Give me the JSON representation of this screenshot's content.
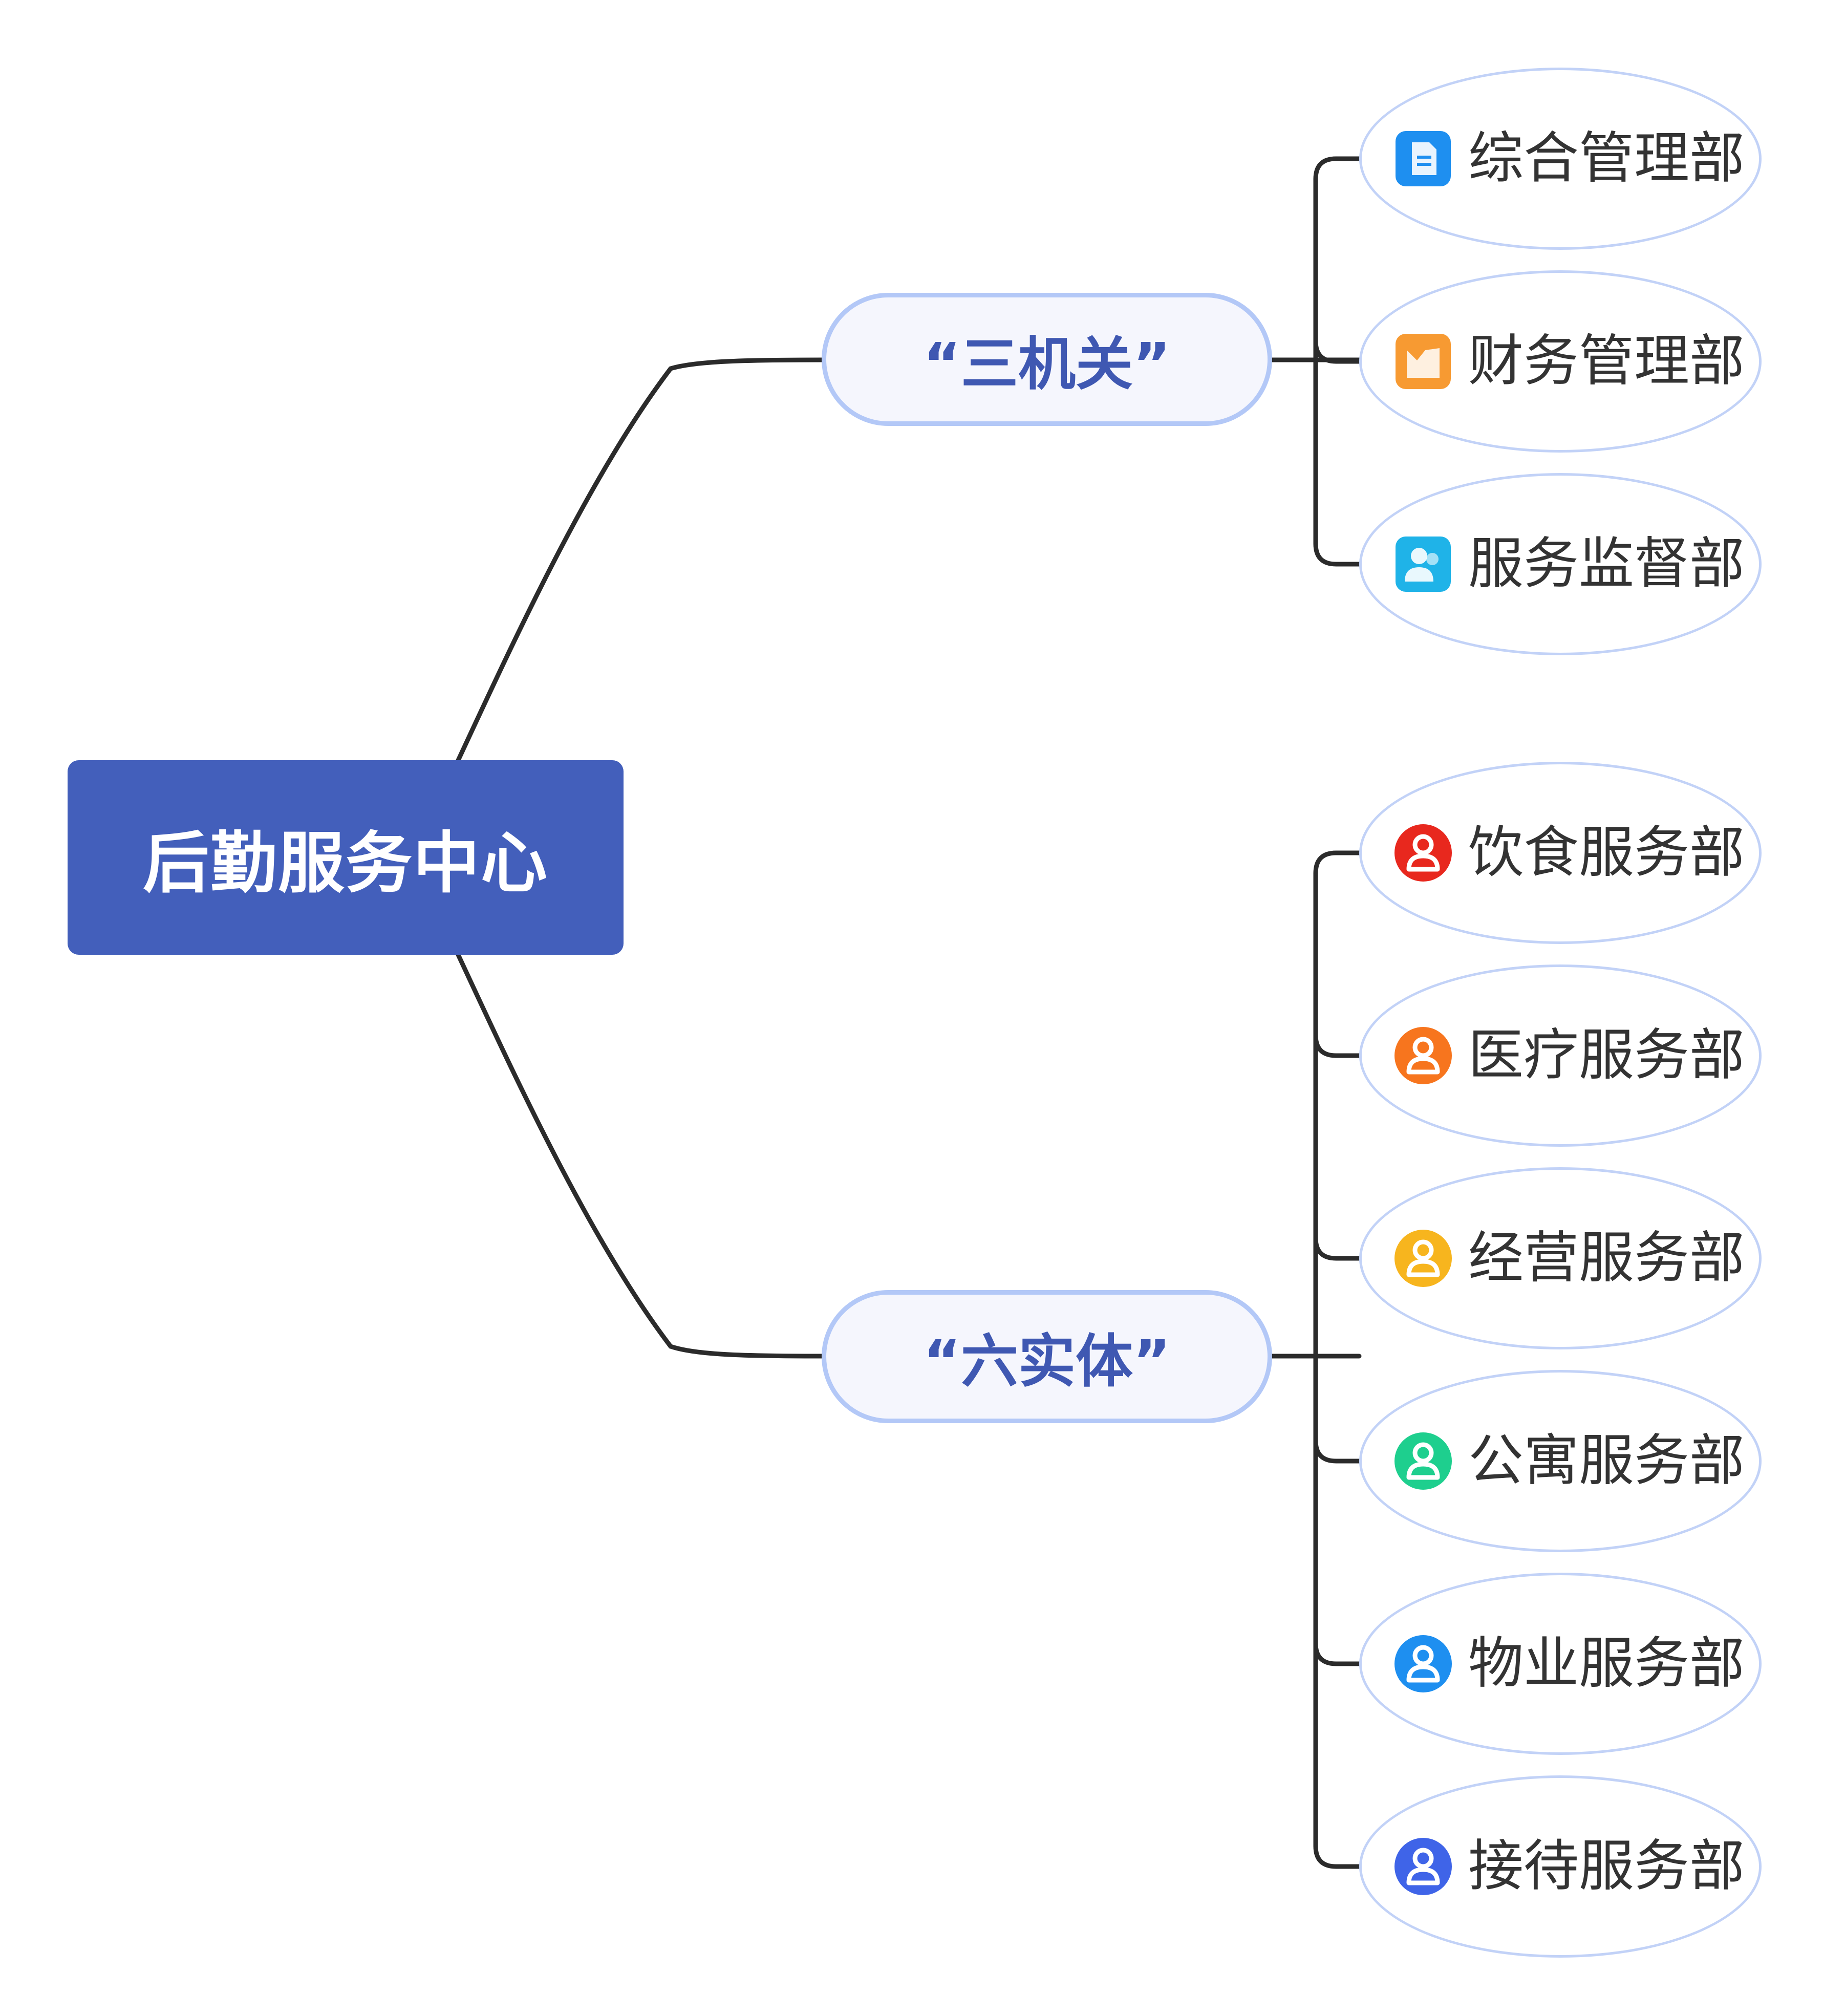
{
  "root": {
    "label": "后勤服务中心"
  },
  "branches": [
    {
      "label": "“三机关”",
      "children": [
        {
          "label": "综合管理部",
          "icon": "document-icon",
          "color": "#1e8ff0"
        },
        {
          "label": "财务管理部",
          "icon": "chart-icon",
          "color": "#f79a32"
        },
        {
          "label": "服务监督部",
          "icon": "users-icon",
          "color": "#1fb3e8"
        }
      ]
    },
    {
      "label": "“六实体”",
      "children": [
        {
          "label": "饮食服务部",
          "icon": "person-icon",
          "color": "#e8281e"
        },
        {
          "label": "医疗服务部",
          "icon": "person-icon",
          "color": "#f7751e"
        },
        {
          "label": "经营服务部",
          "icon": "person-icon",
          "color": "#f7b51e"
        },
        {
          "label": "公寓服务部",
          "icon": "person-icon",
          "color": "#1ecf8e"
        },
        {
          "label": "物业服务部",
          "icon": "person-icon",
          "color": "#1e8ff0"
        },
        {
          "label": "接待服务部",
          "icon": "person-icon",
          "color": "#3f64e8"
        }
      ]
    }
  ]
}
